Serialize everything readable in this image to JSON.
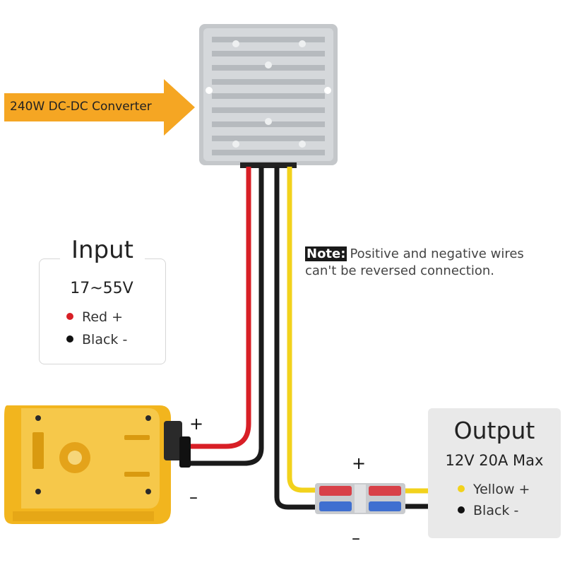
{
  "converter": {
    "label": "240W DC-DC Converter"
  },
  "input": {
    "title": "Input",
    "range": "17~55V",
    "legend": [
      {
        "label": "Red +",
        "color": "#d81f26"
      },
      {
        "label": "Black -",
        "color": "#111111"
      }
    ]
  },
  "note": {
    "tag": "Note:",
    "line1": "Positive and negative wires",
    "line2": "can't be reversed connection."
  },
  "output": {
    "title": "Output",
    "spec": "12V 20A Max",
    "legend": [
      {
        "label": "Yellow +",
        "color": "#f2d21c"
      },
      {
        "label": "Black -",
        "color": "#111111"
      }
    ]
  },
  "battery_terminals": {
    "plus": "+",
    "minus": "–"
  },
  "connector_terminals": {
    "plus": "+",
    "minus": "–"
  },
  "colors": {
    "arrow": "#f5a623",
    "battery": "#f2b51e",
    "wire_red": "#d81f26",
    "wire_black": "#1a1a1a",
    "wire_yellow": "#f2d21c",
    "converter_body": "#c9cccf"
  }
}
